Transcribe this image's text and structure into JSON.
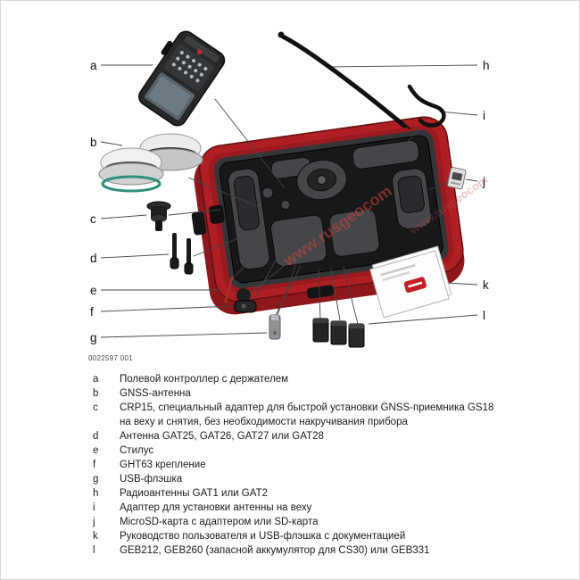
{
  "figure": {
    "part_number": "0022597 001",
    "watermark": "www.rusgeocom",
    "callouts": {
      "a": "a",
      "b": "b",
      "c": "c",
      "d": "d",
      "e": "e",
      "f": "f",
      "g": "g",
      "h": "h",
      "i": "i",
      "j": "j",
      "k": "k",
      "l": "l"
    }
  },
  "legend": {
    "items": [
      {
        "letter": "a",
        "text": "Полевой контроллер с держателем"
      },
      {
        "letter": "b",
        "text": "GNSS-антенна"
      },
      {
        "letter": "c",
        "text": "CRP15, специальный адаптер для быстрой установки GNSS-приемника GS18 на веху и снятия, без необходимости накручивания прибора"
      },
      {
        "letter": "d",
        "text": "Антенна GAT25, GAT26, GAT27 или GAT28"
      },
      {
        "letter": "e",
        "text": "Стилус"
      },
      {
        "letter": "f",
        "text": "GHT63 крепление"
      },
      {
        "letter": "g",
        "text": "USB-флэшка"
      },
      {
        "letter": "h",
        "text": "Радиоантенны GAT1 или GAT2"
      },
      {
        "letter": "i",
        "text": "Адаптер для установки антенны на веху"
      },
      {
        "letter": "j",
        "text": "MicroSD-карта с адаптером или SD-карта"
      },
      {
        "letter": "k",
        "text": "Руководство пользователя и USB-флэшка с документацией"
      },
      {
        "letter": "l",
        "text": "GEB212, GEB260 (запасной аккумулятор для CS30) или GEB331"
      }
    ]
  },
  "colors": {
    "case_red": "#b01f24",
    "case_shadow_red": "#8e171b",
    "foam_black": "#17181a",
    "watermark_red": "#c4473e"
  }
}
